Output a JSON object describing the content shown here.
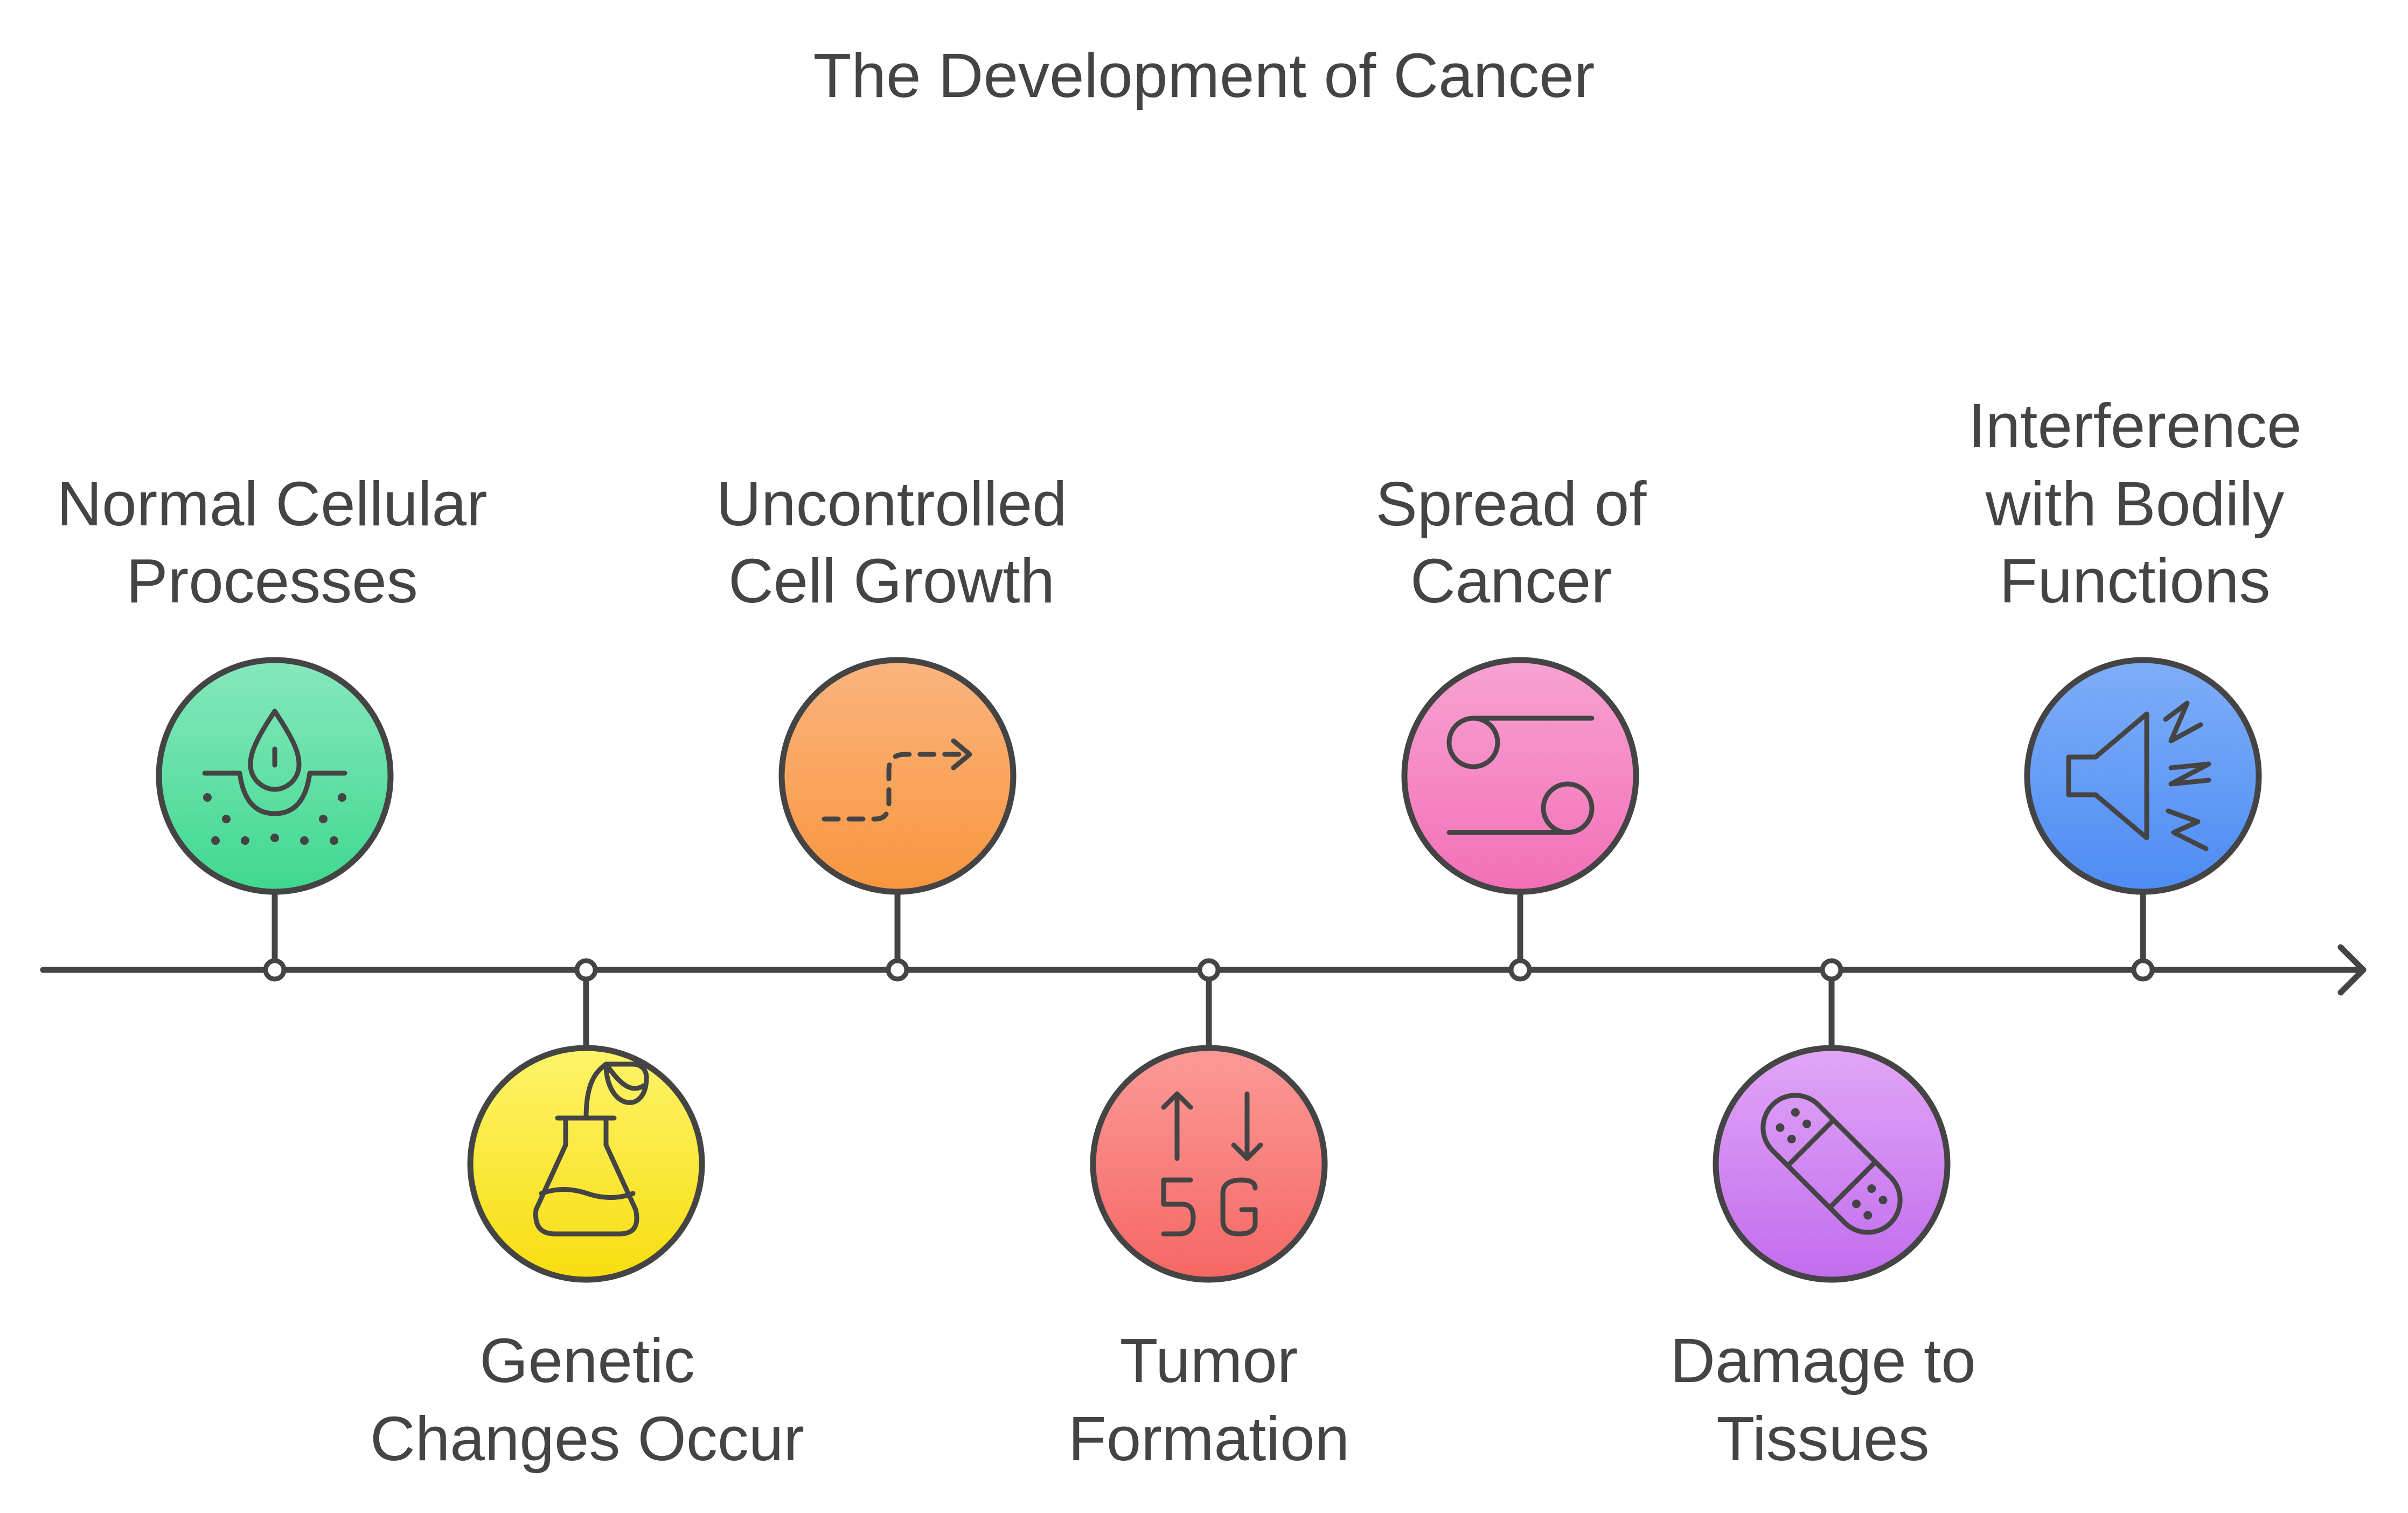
{
  "title": "The Development of Cancer",
  "stages": [
    {
      "label_lines": [
        "Normal Cellular",
        "Processes"
      ],
      "icon": "skin-pore-droplet-icon",
      "color_top": "#86E8BD",
      "color_bottom": "#3FD88E",
      "position": "above"
    },
    {
      "label_lines": [
        "Genetic",
        "Changes Occur"
      ],
      "icon": "plant-flask-icon",
      "color_top": "#FDF46A",
      "color_bottom": "#F8DD0F",
      "position": "below"
    },
    {
      "label_lines": [
        "Uncontrolled",
        "Cell Growth"
      ],
      "icon": "dashed-arrow-path-icon",
      "color_top": "#FBB47E",
      "color_bottom": "#F8963E",
      "position": "above"
    },
    {
      "label_lines": [
        "Tumor",
        "Formation"
      ],
      "icon": "5g-signal-icon",
      "color_top": "#FB9A98",
      "color_bottom": "#F66763",
      "position": "below"
    },
    {
      "label_lines": [
        "Spread of",
        "Cancer"
      ],
      "icon": "circles-lines-icon",
      "color_top": "#F8A2D2",
      "color_bottom": "#F36FB8",
      "position": "above"
    },
    {
      "label_lines": [
        "Damage to",
        "Tissues"
      ],
      "icon": "bandage-icon",
      "color_top": "#E1A6F6",
      "color_bottom": "#C26CEE",
      "position": "below"
    },
    {
      "label_lines": [
        "Interference",
        "with Bodily",
        "Functions"
      ],
      "icon": "speaker-sound-icon",
      "color_top": "#7FAEF8",
      "color_bottom": "#4D8CF4",
      "position": "above"
    }
  ]
}
